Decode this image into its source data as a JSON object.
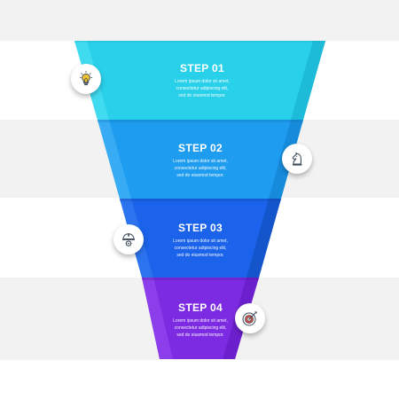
{
  "steps": [
    {
      "title": "STEP 01",
      "desc1": "Lorem ipsum dolor sit amet,",
      "desc2": "consectetur adipiscing elit,",
      "desc3": "sed do eiusmod tempor.",
      "icon": "lightbulb-icon",
      "color": "#29d0e9"
    },
    {
      "title": "STEP 02",
      "desc1": "Lorem ipsum dolor sit amet,",
      "desc2": "consectetur adipiscing elit,",
      "desc3": "sed do eiusmod tempor.",
      "icon": "chess-knight-icon",
      "color": "#1e9cf0"
    },
    {
      "title": "STEP 03",
      "desc1": "Lorem ipsum dolor sit amet,",
      "desc2": "consectetur adipiscing elit,",
      "desc3": "sed do eiusmod tempor.",
      "icon": "helmet-gear-icon",
      "color": "#1a63ea"
    },
    {
      "title": "STEP 04",
      "desc1": "Lorem ipsum dolor sit amet,",
      "desc2": "consectetur adipiscing elit,",
      "desc3": "sed do eiusmod tempor.",
      "icon": "target-icon",
      "color": "#7d2be2"
    }
  ],
  "icon_color": "#3d4a5a"
}
